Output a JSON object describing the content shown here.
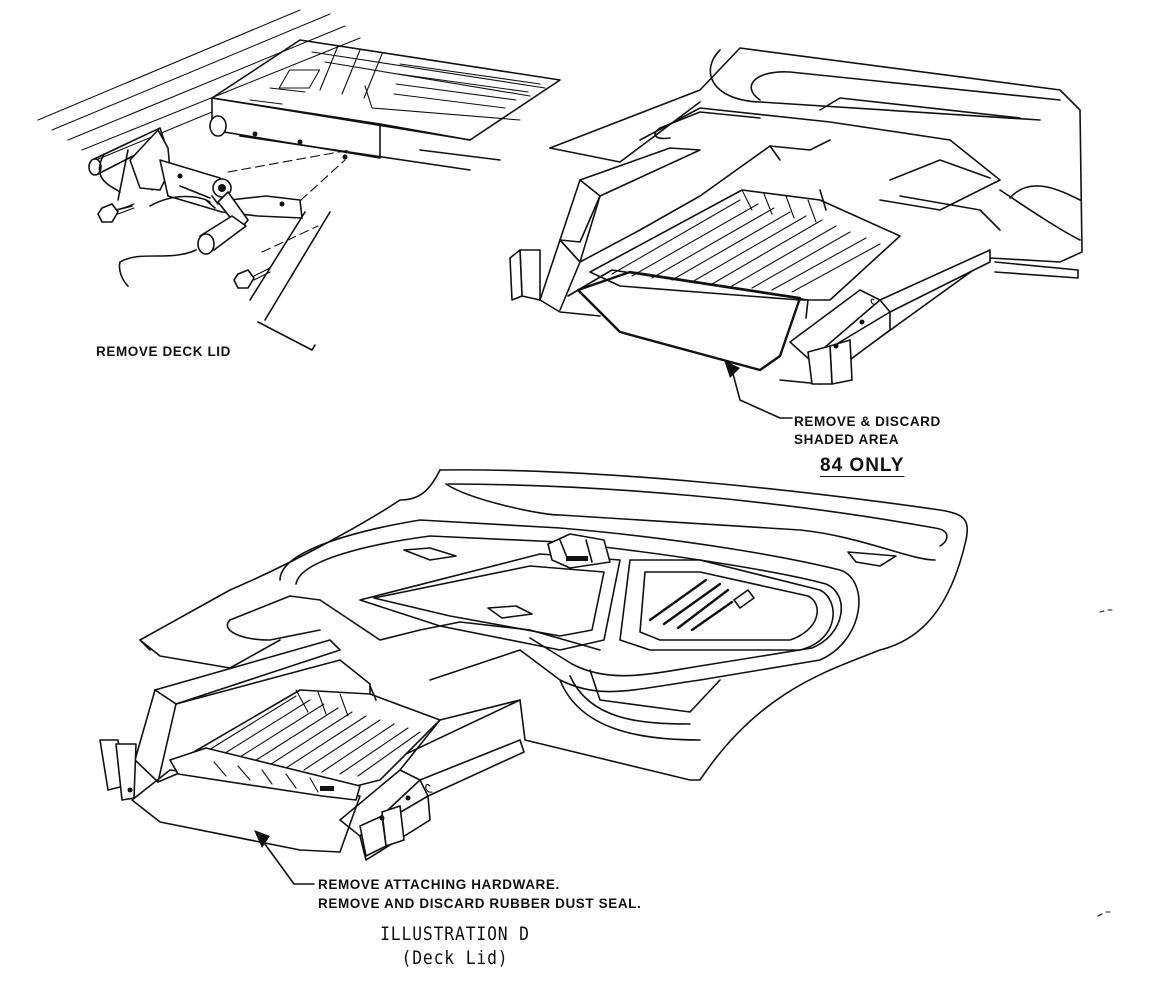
{
  "labels": {
    "remove_deck_lid": "REMOVE DECK LID",
    "remove_discard_line1": "REMOVE & DISCARD",
    "remove_discard_line2": "SHADED AREA",
    "model_year_note": "84 ONLY",
    "hardware_line1": "REMOVE ATTACHING HARDWARE.",
    "hardware_line2": "REMOVE AND DISCARD RUBBER DUST SEAL."
  },
  "caption": {
    "title": "ILLUSTRATION D",
    "subtitle": "(Deck Lid)"
  }
}
